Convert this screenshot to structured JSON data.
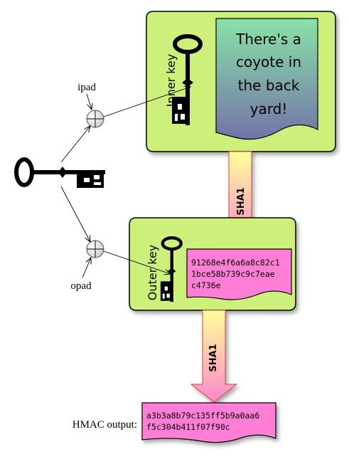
{
  "labels": {
    "ipad": "ipad",
    "opad": "opad",
    "inner_key": "Inner key",
    "outer_key": "Outer key",
    "sha1_top": "SHA1",
    "sha1_bottom": "SHA1",
    "hmac_output_label": "HMAC output:"
  },
  "message": {
    "lines": [
      "There's a",
      "coyote in",
      "the back",
      "yard!"
    ]
  },
  "inner_hash": {
    "lines": [
      "91268e4f6a6a8c82c1",
      "1bce58b739c9c7eae",
      "c4736e"
    ]
  },
  "hmac_output": {
    "lines": [
      "a3b3a8b79c135ff5b9a0aa6",
      "f5c304b411f07f90c"
    ]
  },
  "colors": {
    "box_fill": "#ccf07a",
    "hash_note_fill": "#ff7fd6",
    "arrow_top": "#ffff99",
    "arrow_bottom": "#ff88cc",
    "message_top": "#88e3a8",
    "message_bottom": "#7373a8"
  },
  "icons": [
    "key-icon",
    "xor-icon"
  ]
}
